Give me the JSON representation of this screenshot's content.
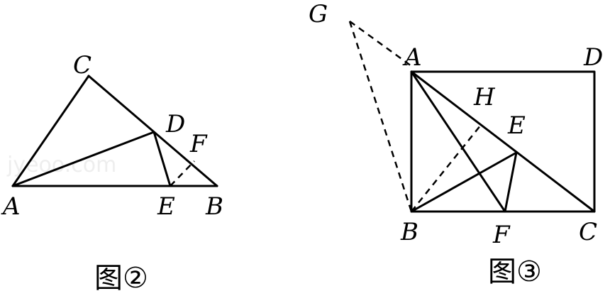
{
  "figure2": {
    "caption": "图②",
    "labels": {
      "A": "A",
      "B": "B",
      "C": "C",
      "D": "D",
      "E": "E",
      "F": "F"
    }
  },
  "figure3": {
    "caption": "图③",
    "labels": {
      "A": "A",
      "B": "B",
      "C": "C",
      "D": "D",
      "E": "E",
      "F": "F",
      "G": "G",
      "H": "H"
    }
  },
  "watermark": "jyeoo.com"
}
